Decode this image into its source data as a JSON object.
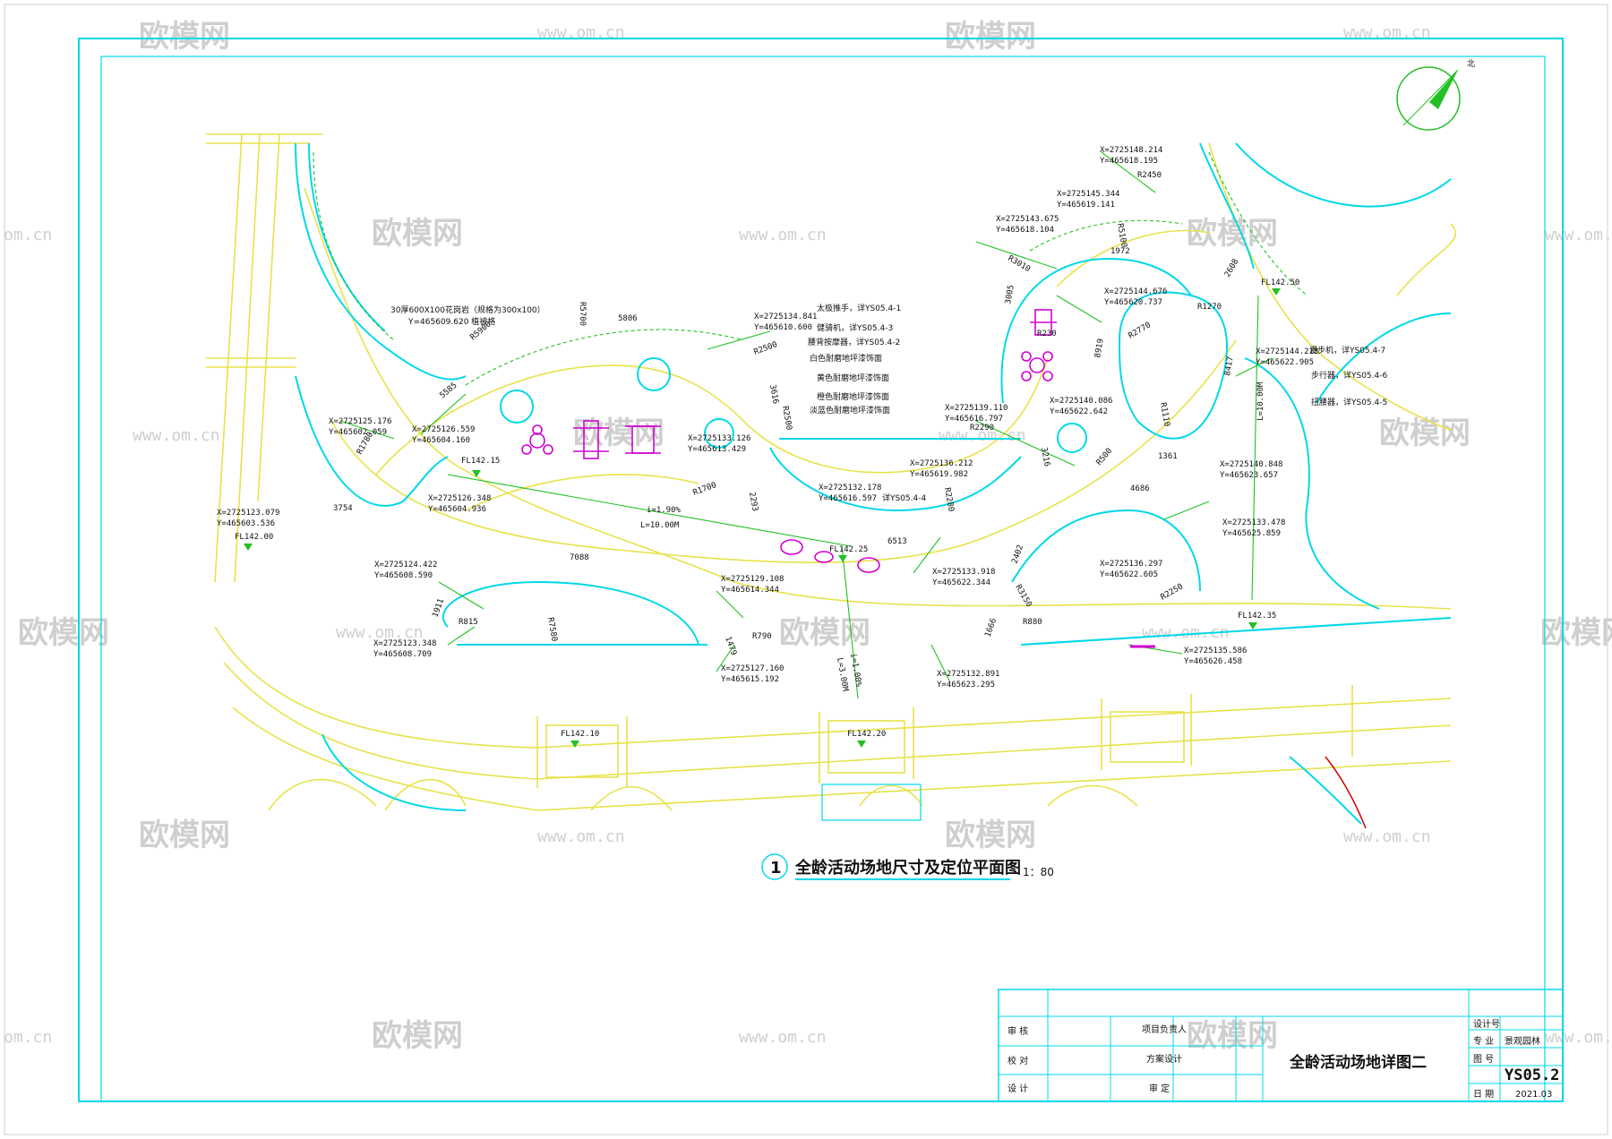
{
  "watermarks": {
    "brand": "欧模网",
    "url": "www.om.cn",
    "short_url": "om.cn"
  },
  "compass": {
    "label": "北"
  },
  "caption": {
    "number": "1",
    "title": "全龄活动场地尺寸及定位平面图",
    "scale": "1：80"
  },
  "coordinates": [
    {
      "x": "X=2725148.214",
      "y": "Y=465618.195"
    },
    {
      "x": "X=2725145.344",
      "y": "Y=465619.141"
    },
    {
      "x": "X=2725143.675",
      "y": "Y=465618.104"
    },
    {
      "x": "X=2725144.676",
      "y": "Y=465620.737"
    },
    {
      "x": "X=2725144.213",
      "y": "Y=465622.905"
    },
    {
      "x": "X=2725134.841",
      "y": "Y=465610.600"
    },
    {
      "x": "X=2725139.110",
      "y": "Y=465616.797"
    },
    {
      "x": "X=2725140.086",
      "y": "Y=465622.642"
    },
    {
      "x": "X=2725125.176",
      "y": "Y=465602.059"
    },
    {
      "x": "X=2725126.559",
      "y": "Y=465604.160"
    },
    {
      "x": "X=2725133.126",
      "y": "Y=465613.429"
    },
    {
      "x": "X=2725136.212",
      "y": "Y=465619.982"
    },
    {
      "x": "X=2725140.848",
      "y": "Y=465623.657"
    },
    {
      "x": "X=2725126.348",
      "y": "Y=465604.936"
    },
    {
      "x": "X=2725132.178",
      "y": "Y=465616.597"
    },
    {
      "x": "X=2725123.079",
      "y": "Y=465603.536"
    },
    {
      "x": "X=2725133.478",
      "y": "Y=465625.859"
    },
    {
      "x": "X=2725136.297",
      "y": "Y=465622.605"
    },
    {
      "x": "X=2725124.422",
      "y": "Y=465608.590"
    },
    {
      "x": "X=2725133.918",
      "y": "Y=465622.344"
    },
    {
      "x": "X=2725129.108",
      "y": "Y=465614.344"
    },
    {
      "x": "X=2725123.348",
      "y": "Y=465608.709"
    },
    {
      "x": "X=2725135.586",
      "y": "Y=465626.458"
    },
    {
      "x": "X=2725127.160",
      "y": "Y=465615.192"
    },
    {
      "x": "X=2725132.891",
      "y": "Y=465623.295"
    }
  ],
  "levels": [
    "FL142.50",
    "FL142.15",
    "FL142.00",
    "FL142.25",
    "FL142.35",
    "FL142.10",
    "FL142.20"
  ],
  "slopes": {
    "s1": "i=1.90%",
    "s2": "L=10.00M",
    "s3": "i=1.00%",
    "s4": "L=10.00M",
    "s5": "L=3.00M"
  },
  "dimensions": [
    "R2450",
    "R5100",
    "R3010",
    "R2770",
    "R1270",
    "R1110",
    "R2290",
    "R2280",
    "R500",
    "R2250",
    "R815",
    "R7580",
    "R1700",
    "R2500",
    "R790",
    "R880",
    "R3150",
    "R5900",
    "R1780",
    "R5700",
    "R2500",
    "5806",
    "5585",
    "3616",
    "3754",
    "7088",
    "4686",
    "6513",
    "1972",
    "3005",
    "2608",
    "8919",
    "1361",
    "2402",
    "1911",
    "1479",
    "1666",
    "8417",
    "3216",
    "2293",
    "R230"
  ],
  "notes": {
    "n1": "30厚600X100花岗岩（规格为300x100）",
    "n2": "Y=465609.620 植被格",
    "n3": "太极推手，详YS05.4-1",
    "n4": "健骑机，详YS05.4-3",
    "n5": "腰背按摩器，详YS05.4-2",
    "n6": "白色耐磨地坪漆饰面",
    "n7": "黄色耐磨地坪漆饰面",
    "n8": "橙色耐磨地坪漆饰面",
    "n9": "淡蓝色耐磨地坪漆饰面",
    "n10": "漫步机，详YS05.4-7",
    "n11": "步行器，详YS05.4-6",
    "n12": "扭腰器，详YS05.4-5",
    "n13": "详YS05.4-4"
  },
  "title_block": {
    "r1": "审 核",
    "r2": "校 对",
    "r3": "设 计",
    "c1": "项目负责人",
    "c2": "方案设计",
    "c3": "审 定",
    "drawing_title": "全龄活动场地详图二",
    "sheet_no": "YS05.2",
    "k1": "设计号",
    "k2": "专 业",
    "v2": "景观园林",
    "k3": "图 号",
    "k4": "日 期",
    "v4": "2021.03"
  },
  "colors": {
    "frame": "#00d8e8",
    "path": "#e8e24a",
    "edge": "#00d8e8",
    "dimension": "#22c022",
    "equipment": "#d000d0"
  }
}
